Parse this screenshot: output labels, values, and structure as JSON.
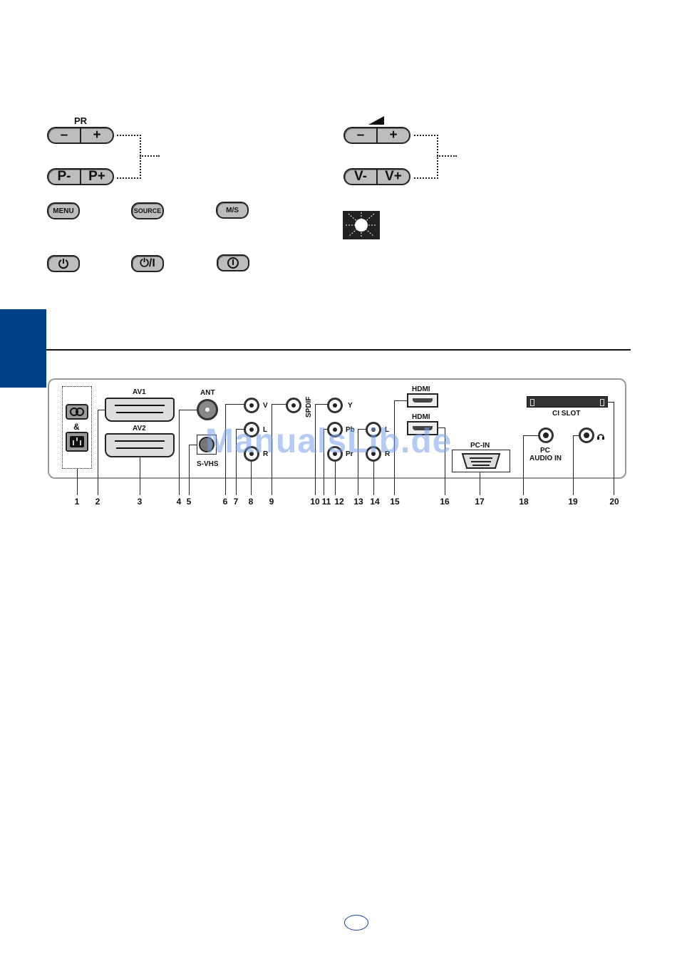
{
  "controls": {
    "pr_label": "PR",
    "minus": "–",
    "plus": "+",
    "p_minus": "P-",
    "p_plus": "P+",
    "v_minus": "V-",
    "v_plus": "V+",
    "menu": "MENU",
    "source": "SOURCE",
    "ms": "M/S",
    "power_slash": "⏻/I"
  },
  "connectors": {
    "amp": "&",
    "av1": "AV1",
    "av2": "AV2",
    "ant": "ANT",
    "svhs": "S-VHS",
    "v": "V",
    "l": "L",
    "r": "R",
    "spdif": "SPDIF",
    "y": "Y",
    "pb": "Pb",
    "pr": "Pr",
    "l2": "L",
    "r2": "R",
    "hdmi_top": "HDMI",
    "hdmi_bottom": "HDMI",
    "pc_in": "PC-IN",
    "pc_audio_1": "PC",
    "pc_audio_2": "AUDIO IN",
    "ci_slot": "CI SLOT"
  },
  "numbers": [
    "1",
    "2",
    "3",
    "4",
    "5",
    "6",
    "7",
    "8",
    "9",
    "10",
    "11",
    "12",
    "13",
    "14",
    "15",
    "16",
    "17",
    "18",
    "19",
    "20"
  ],
  "watermark": "ManualsLib.de",
  "colors": {
    "sidebar": "#003f86",
    "button_fill": "#bdbdbd"
  }
}
